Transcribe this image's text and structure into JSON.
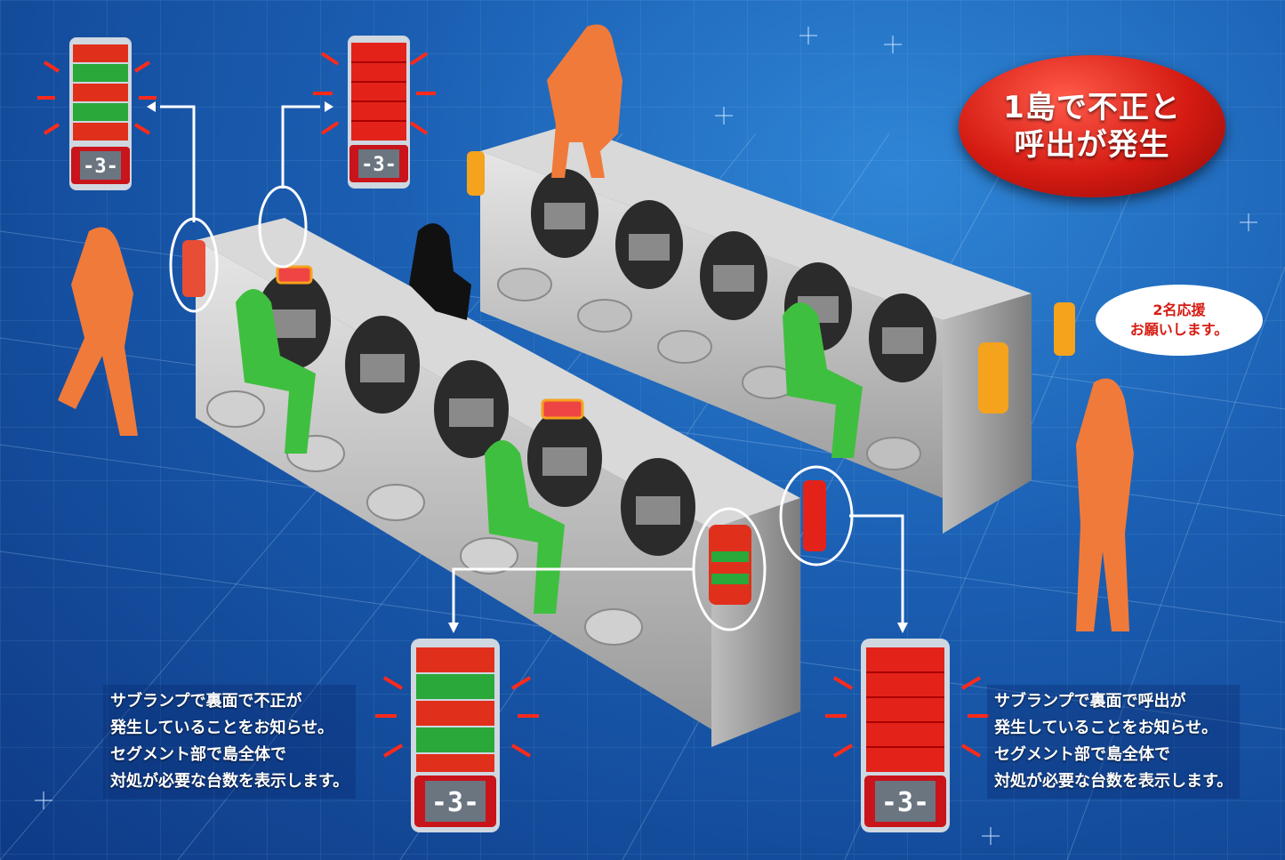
{
  "badge": {
    "line1": "1島で不正と",
    "line2": "呼出が発生"
  },
  "bubble": {
    "line1": "2名応援",
    "line2": "お願いします。"
  },
  "caption_left": [
    "サブランプで裏面で不正が",
    "発生していることをお知らせ。",
    "セグメント部で島全体で",
    "対処が必要な台数を表示します。"
  ],
  "caption_right": [
    "サブランプで裏面で呼出が",
    "発生していることをお知らせ。",
    "セグメント部で島全体で",
    "対処が必要な台数を表示します。"
  ],
  "segment_display": "-3-",
  "colors": {
    "fraud_red": "#e0301c",
    "fraud_green": "#2aa83a",
    "call_red": "#e3231a",
    "staff": "#f07a3a",
    "player": "#3fbf3f"
  }
}
